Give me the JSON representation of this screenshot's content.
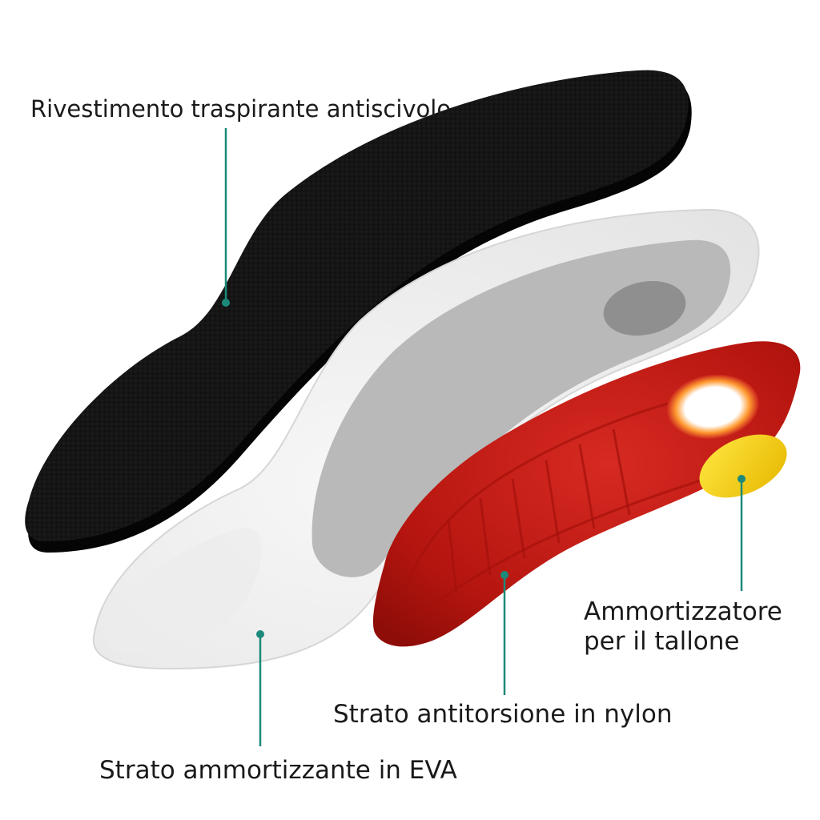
{
  "diagram": {
    "labels": {
      "top_cover": "Rivestimento traspirante antiscivolo",
      "eva_layer": "Strato ammortizzante in EVA",
      "nylon_layer": "Strato antitorsione in nylon",
      "heel_pad_line1": "Ammortizzatore",
      "heel_pad_line2": "per il tallone"
    },
    "colors": {
      "top_cover": "#151515",
      "eva_layer": "#f1f1f1",
      "eva_inner": "#b9b9b9",
      "nylon_layer": "#c8201b",
      "heel_pad": "#f4d400",
      "leader": "#1c8a7a"
    }
  }
}
